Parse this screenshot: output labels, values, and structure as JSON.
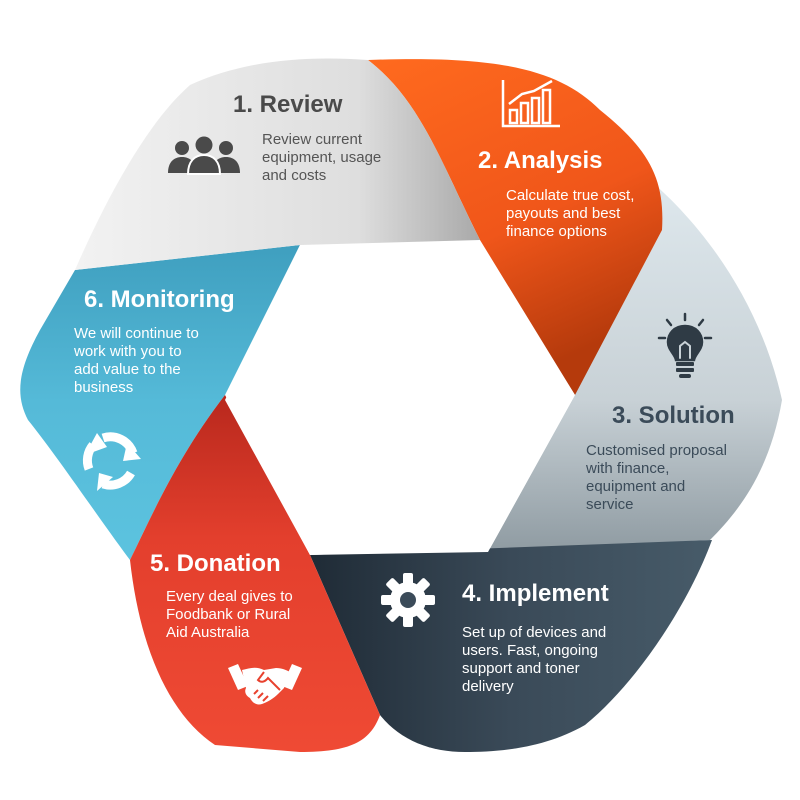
{
  "steps": [
    {
      "id": "review",
      "title": "1. Review",
      "description": "Review current\nequipment, usage\nand costs",
      "icon": "people-icon",
      "color": "#d4d4d4"
    },
    {
      "id": "analysis",
      "title": "2. Analysis",
      "description": "Calculate true cost,\npayouts and best\nfinance options",
      "icon": "bar-chart-icon",
      "color": "#f45a1c"
    },
    {
      "id": "solution",
      "title": "3. Solution",
      "description": "Customised proposal\nwith finance,\nequipment and\nservice",
      "icon": "lightbulb-icon",
      "color": "#c9d2d7"
    },
    {
      "id": "implement",
      "title": "4. Implement",
      "description": "Set up of devices and\nusers. Fast, ongoing\nsupport and toner\ndelivery",
      "icon": "gear-icon",
      "color": "#3b4b59"
    },
    {
      "id": "donation",
      "title": "5. Donation",
      "description": "Every deal gives to\nFoodbank or Rural\nAid Australia",
      "icon": "handshake-icon",
      "color": "#e8412e"
    },
    {
      "id": "monitoring",
      "title": "6. Monitoring",
      "description": "We will continue to\nwork with you to\nadd value to the\nbusiness",
      "icon": "cycle-arrows-icon",
      "color": "#4fb6d4"
    }
  ]
}
